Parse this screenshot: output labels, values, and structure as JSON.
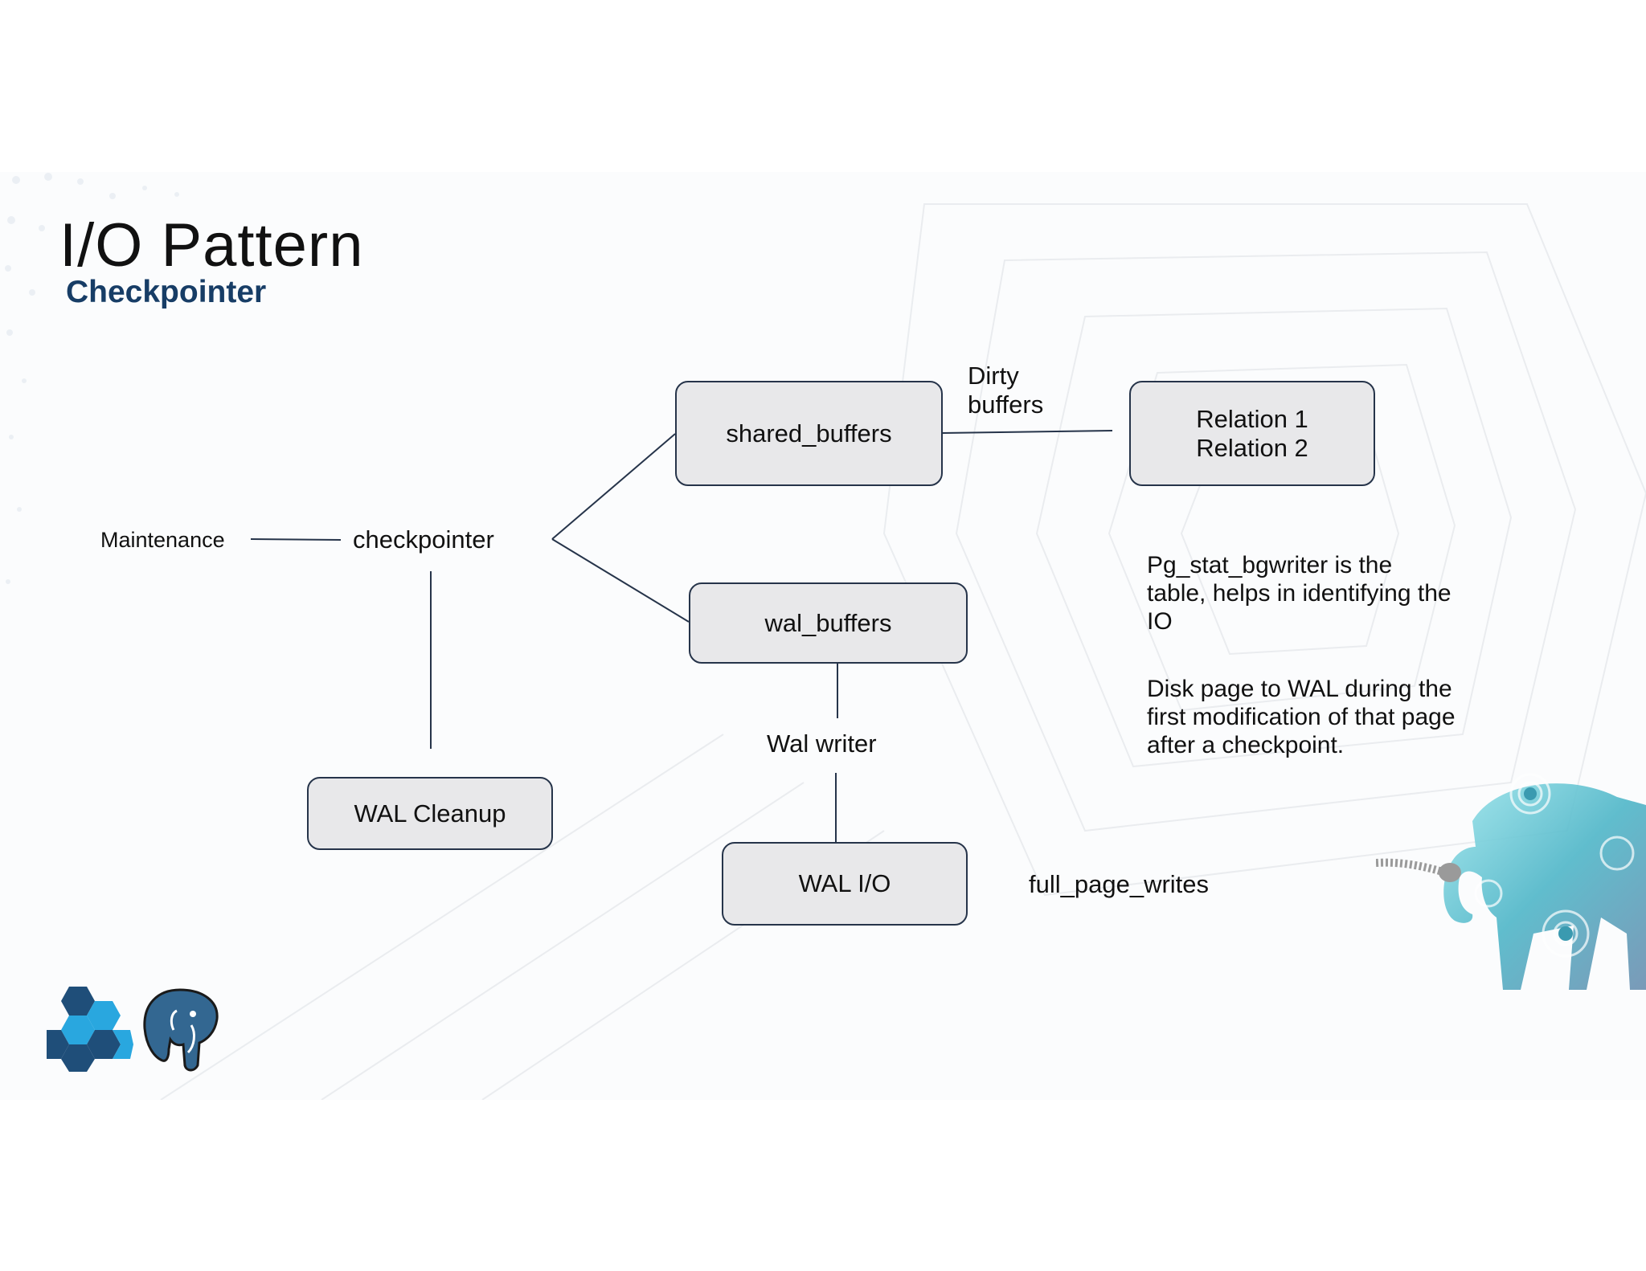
{
  "slide": {
    "title": "I/O Pattern",
    "subtitle": "Checkpointer"
  },
  "diagram": {
    "nodes": {
      "shared_buffers": "shared_buffers",
      "relations": [
        "Relation 1",
        "Relation 2"
      ],
      "wal_buffers": "wal_buffers",
      "wal_cleanup": "WAL Cleanup",
      "wal_io": "WAL I/O"
    },
    "labels": {
      "maintenance": "Maintenance",
      "checkpointer": "checkpointer",
      "dirty_buffers": [
        "Dirty",
        "buffers"
      ],
      "wal_writer": "Wal writer",
      "full_page_writes": "full_page_writes"
    },
    "notes": {
      "bgwriter": "Pg_stat_bgwriter is the table, helps in identifying the IO",
      "disk_page": "Disk page to WAL during the first modification of that page after a checkpoint."
    }
  },
  "colors": {
    "subtitle": "#173d66",
    "node_fill": "#e8e8ea",
    "node_border": "#26344a",
    "logo_dark": "#1f4e79",
    "logo_light": "#29a7df",
    "postgres_blue": "#336791"
  },
  "icons": [
    "hexagon-cluster-logo-icon",
    "postgresql-elephant-logo-icon",
    "elephant-illustration-icon"
  ]
}
